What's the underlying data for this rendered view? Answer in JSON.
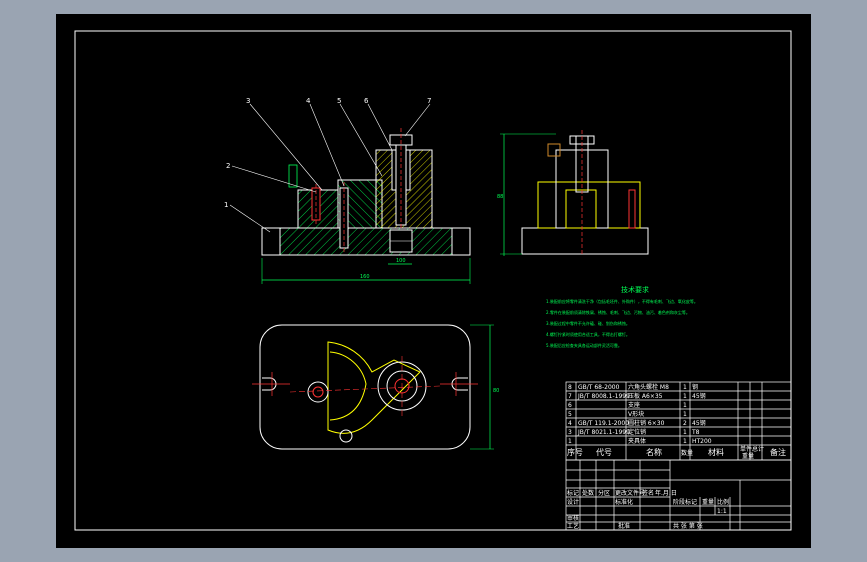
{
  "colors": {
    "background": "#9aa4b2",
    "paper": "#000000",
    "frame": "#ffffff",
    "part_outline": "#ffffff",
    "hatch": "#00ff55",
    "yellow": "#ffff00",
    "red": "#ff3333",
    "orange": "#d08a2a",
    "text_green": "#00ff55"
  },
  "leaders": [
    "2",
    "3",
    "4",
    "5",
    "6",
    "7",
    "1"
  ],
  "dimensions": {
    "front_width": "160",
    "front_depth": "100",
    "side_height": "88",
    "plan_height": "80"
  },
  "tech_requirements": {
    "title": "技术要求",
    "lines": [
      "1.装配前应将零件清洗干净（包括毛坯件、外购件），不得有毛刺、飞边、氧化皮等。",
      "2.零件在装配前须清除铁屑、锈蚀、毛刺、飞边、污物、油污、着色剂和灰尘等。",
      "3.装配过程中零件不允许磕、碰、划伤和锈蚀。",
      "4.螺钉拧紧时须使用合适工具，不得击打螺钉。",
      "5.装配后应检查夹具各运动部件灵活可靠。"
    ]
  },
  "parts_list": [
    {
      "no": "8",
      "code": "GB/T 68-2000",
      "name": "六角头螺栓 M8",
      "qty": "1",
      "material": "钢"
    },
    {
      "no": "7",
      "code": "JB/T 8008.1-1999",
      "name": "压板 A6×35",
      "qty": "1",
      "material": "45钢"
    },
    {
      "no": "6",
      "code": "",
      "name": "支座",
      "qty": "1",
      "material": ""
    },
    {
      "no": "5",
      "code": "",
      "name": "V形块",
      "qty": "1",
      "material": ""
    },
    {
      "no": "4",
      "code": "GB/T 119.1-2000",
      "name": "圆柱销 6×30",
      "qty": "2",
      "material": "45钢"
    },
    {
      "no": "3",
      "code": "JB/T 8021.1-1999",
      "name": "定位销",
      "qty": "1",
      "material": "T8"
    },
    {
      "no": "1",
      "code": "",
      "name": "夹具体",
      "qty": "1",
      "material": "HT200"
    }
  ],
  "parts_header": {
    "no": "序号",
    "code": "代号",
    "name": "名称",
    "qty": "数量",
    "material": "材料",
    "unit_weight": "单件",
    "total_weight": "总计",
    "weight": "重量",
    "remark": "备注"
  },
  "title_block": {
    "rows": [
      "标记",
      "处数",
      "分区",
      "更改文件号",
      "签名",
      "年.月.日"
    ],
    "designer": "设计",
    "standardization": "标准化",
    "review": "审核",
    "process": "工艺",
    "approve": "批准",
    "stage_mark": "阶段标记",
    "weight": "重量",
    "scale": "比例",
    "scale_value": "1:1",
    "sheet": "共 张 第 张"
  }
}
